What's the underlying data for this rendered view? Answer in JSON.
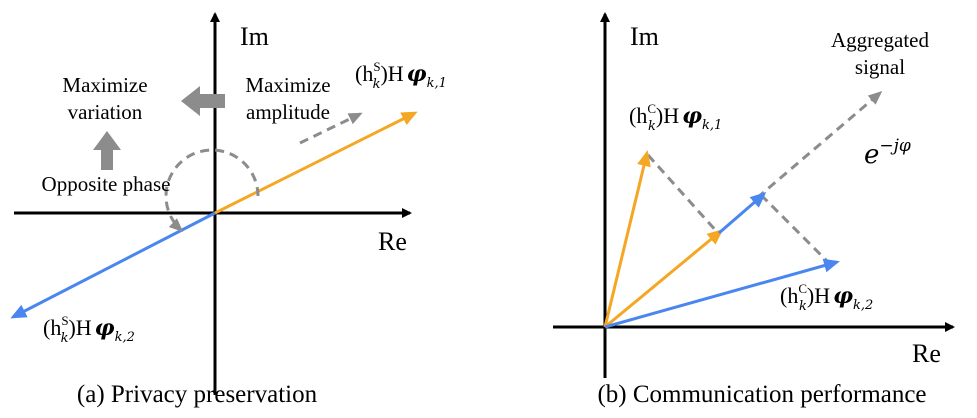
{
  "panel_a": {
    "axis_im": "Im",
    "axis_re": "Re",
    "label_max_variation_1": "Maximize",
    "label_max_variation_2": "variation",
    "label_max_amplitude_1": "Maximize",
    "label_max_amplitude_2": "amplitude",
    "label_opposite_phase": "Opposite phase",
    "vec1": {
      "h": "(h",
      "sup": "S",
      "sub_k": "k",
      "sup_H": ")H",
      "phi": "φ",
      "sub": "k,1"
    },
    "vec2": {
      "h": "(h",
      "sup": "S",
      "sub_k": "k",
      "sup_H": ")H",
      "phi": "φ",
      "sub": "k,2"
    },
    "caption": "(a) Privacy preservation"
  },
  "panel_b": {
    "axis_im": "Im",
    "axis_re": "Re",
    "label_aggregated_1": "Aggregated",
    "label_aggregated_2": "signal",
    "label_exp": "e",
    "label_exp_sup": "−jφ",
    "vec1": {
      "h": "(h",
      "sup": "C",
      "sub_k": "k",
      "sup_H": ")H",
      "phi": "φ",
      "sub": "k,1"
    },
    "vec2": {
      "h": "(h",
      "sup": "C",
      "sub_k": "k",
      "sup_H": ")H",
      "phi": "φ",
      "sub": "k,2"
    },
    "caption": "(b) Communication performance"
  },
  "colors": {
    "orange": "#f5a623",
    "blue": "#4a86f0",
    "gray": "#8c8c8c",
    "axis": "#000000"
  }
}
